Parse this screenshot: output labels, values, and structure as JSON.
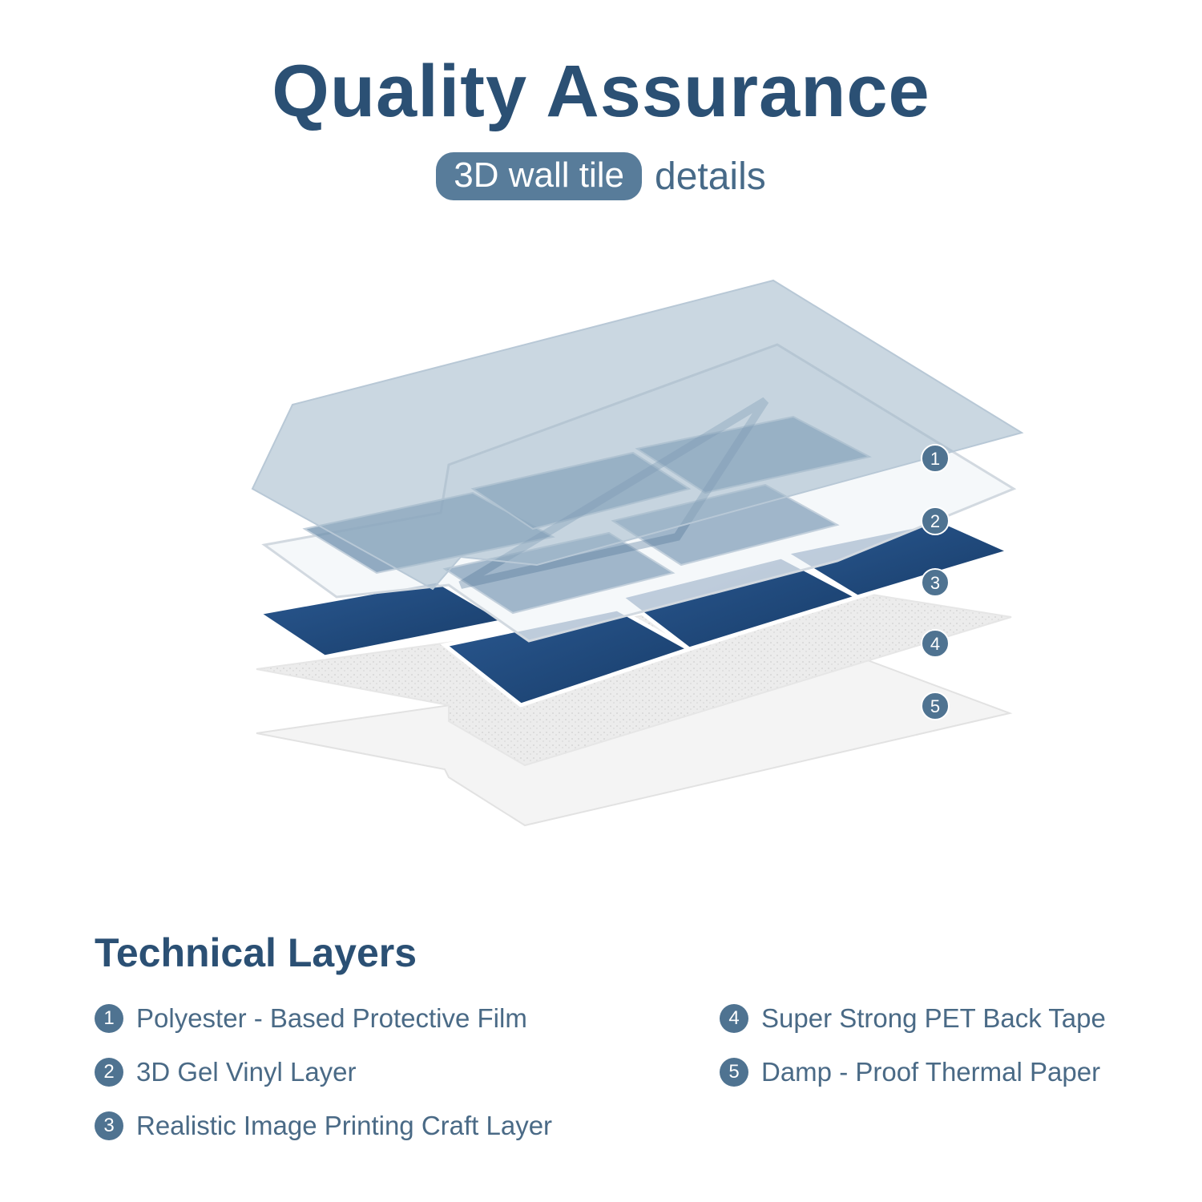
{
  "header": {
    "title": "Quality Assurance",
    "pill": "3D wall tile",
    "subtext": "details"
  },
  "diagram": {
    "badges": [
      "1",
      "2",
      "3",
      "4",
      "5"
    ]
  },
  "layers": {
    "title": "Technical Layers",
    "items": [
      {
        "num": "1",
        "label": "Polyester - Based Protective Film"
      },
      {
        "num": "2",
        "label": "3D Gel Vinyl Layer"
      },
      {
        "num": "3",
        "label": "Realistic Image Printing Craft Layer"
      },
      {
        "num": "4",
        "label": "Super Strong PET Back Tape"
      },
      {
        "num": "5",
        "label": "Damp - Proof Thermal Paper"
      }
    ]
  },
  "colors": {
    "primary": "#2b5074",
    "pill": "#587c9a",
    "badge": "#4f7391",
    "tile": "#1f4a7e"
  }
}
